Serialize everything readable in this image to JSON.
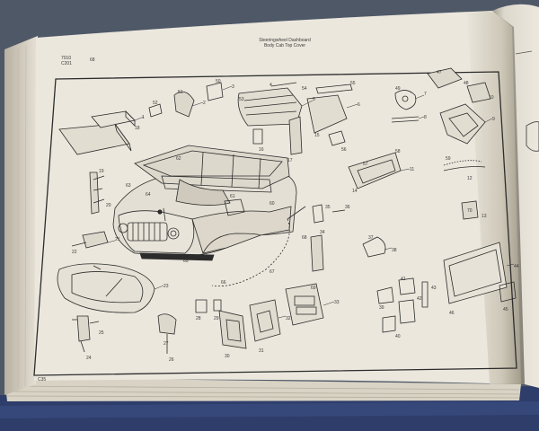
{
  "page_header": {
    "left_code_line1": "7010",
    "left_code_line2": "C201",
    "page_number": "68",
    "title_line1": "Steeringwheel Dashboard",
    "title_line2": "Body Cab Top Cover"
  },
  "footer": {
    "page_ref": "C35"
  },
  "diagram": {
    "callouts": [
      "1",
      "2",
      "3",
      "4",
      "5",
      "6",
      "7",
      "8",
      "9",
      "10",
      "11",
      "12",
      "13",
      "14",
      "15",
      "16",
      "17",
      "18",
      "19",
      "20",
      "21",
      "22",
      "23",
      "24",
      "25",
      "26",
      "27",
      "28",
      "29",
      "30",
      "31",
      "32",
      "33",
      "34",
      "35",
      "36",
      "37",
      "38",
      "39",
      "40",
      "41",
      "42",
      "43",
      "44",
      "45",
      "46",
      "47",
      "48",
      "49",
      "50",
      "51",
      "52",
      "53",
      "54",
      "55",
      "56",
      "57",
      "58",
      "59",
      "60",
      "61",
      "62",
      "63",
      "64",
      "65",
      "66",
      "67",
      "68",
      "69",
      "70"
    ]
  },
  "colors": {
    "page": "#ebe7dd",
    "page_shadow": "#cfc9bb",
    "ink": "#2c2c2c",
    "background": "#4f5867",
    "binder": "#2e3d6a"
  }
}
